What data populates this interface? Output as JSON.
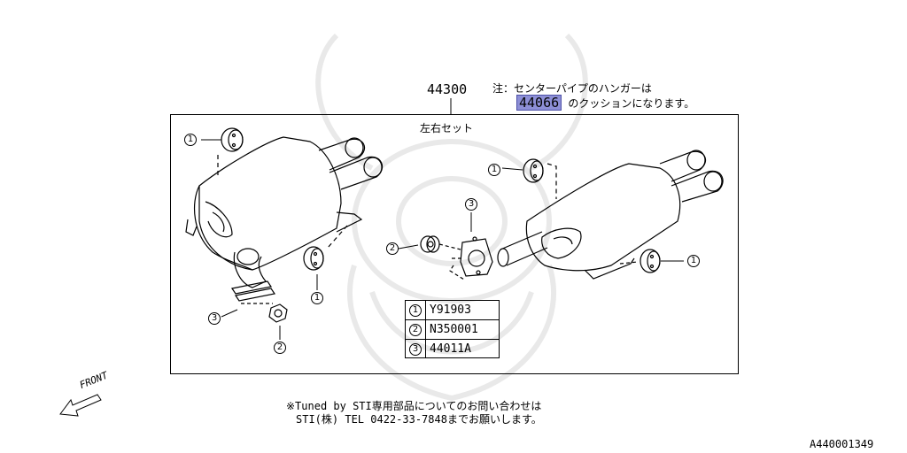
{
  "diagram": {
    "assembly_part_no": "44300",
    "note_line1": "注：センターパイプのハンガーは",
    "note_highlight_part": "44066",
    "note_line2_rest": "のクッションになります。",
    "set_label": "左右セット",
    "callouts": [
      "1",
      "1",
      "1",
      "1",
      "2",
      "2",
      "3",
      "3"
    ],
    "legend": [
      {
        "num": "1",
        "code": "Y91903"
      },
      {
        "num": "2",
        "code": "N350001"
      },
      {
        "num": "3",
        "code": "44011A"
      }
    ],
    "front_label": "FRONT",
    "footer_line1": "※Tuned by STI専用部品についてのお問い合わせは",
    "footer_line2": "STI(株) TEL 0422-33-7848までお願いします。",
    "figure_id": "A440001349",
    "colors": {
      "highlight": "#8d8fd6",
      "line": "#000000",
      "watermark": "#e8e8e8"
    }
  }
}
